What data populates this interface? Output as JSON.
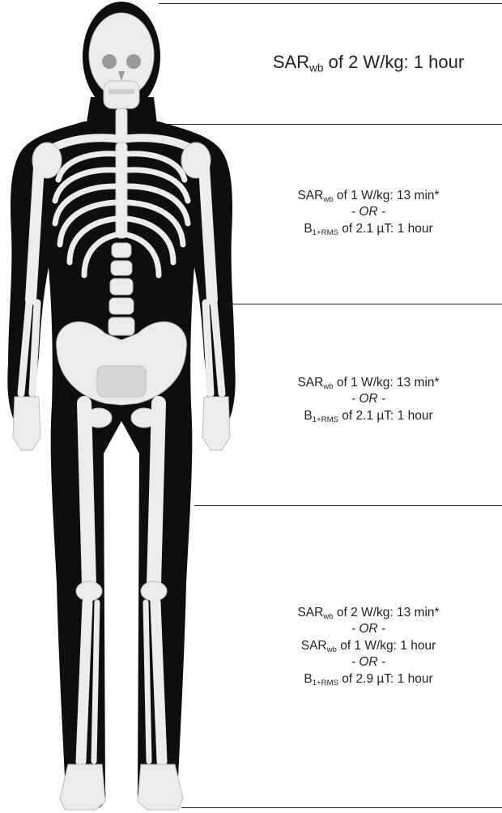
{
  "figure": {
    "illustration": "front view of human body silhouette with skeleton overlay",
    "zones": [
      {
        "id": "head",
        "lines": [
          {
            "main": "SAR",
            "sub": "wb",
            "rest": " of 2 W/kg: 1 hour"
          }
        ]
      },
      {
        "id": "chest",
        "lines": [
          {
            "main": "SAR",
            "sub": "wb",
            "rest": " of 1 W/kg: 13 min*"
          },
          {
            "or": "- OR -"
          },
          {
            "main": "B",
            "sub": "1+RMS",
            "rest": " of 2.1 µT: 1 hour"
          }
        ]
      },
      {
        "id": "abdomen",
        "lines": [
          {
            "main": "SAR",
            "sub": "wb",
            "rest": " of 1 W/kg: 13 min*"
          },
          {
            "or": "- OR -"
          },
          {
            "main": "B",
            "sub": "1+RMS",
            "rest": " of 2.1 µT: 1 hour"
          }
        ]
      },
      {
        "id": "legs",
        "lines": [
          {
            "main": "SAR",
            "sub": "wb",
            "rest": " of 2 W/kg: 13 min*"
          },
          {
            "or": "- OR -"
          },
          {
            "main": "SAR",
            "sub": "wb",
            "rest": " of 1 W/kg: 1 hour"
          },
          {
            "or": "- OR -"
          },
          {
            "main": "B",
            "sub": "1+RMS",
            "rest": " of 2.9 µT: 1 hour"
          }
        ]
      }
    ]
  },
  "colors": {
    "body_silhouette": "#0e0e0e",
    "bone": "#ececec",
    "bone_shadow": "#bdbdbd",
    "divider": "#1a1a1a",
    "text": "#222222",
    "background": "#ffffff"
  },
  "icons": {
    "illustration": "skeleton-body-icon"
  }
}
